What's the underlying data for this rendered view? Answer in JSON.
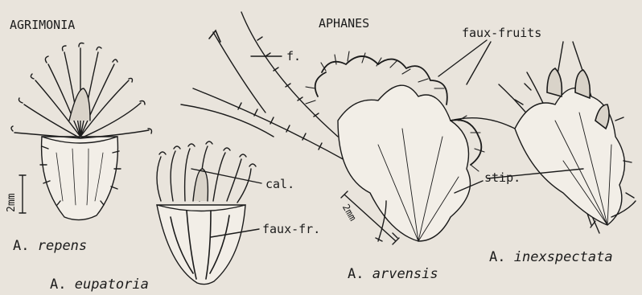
{
  "headings": {
    "agrimonia": "AGRIMONIA",
    "aphanes": "APHANES"
  },
  "labels": {
    "f": "f.",
    "faux_fruits": "faux-fruits",
    "cal": "cal.",
    "faux_fr": "faux-fr.",
    "stip": "stip.",
    "scale_left": "2mm",
    "scale_mid": "2mm"
  },
  "captions": {
    "repens": {
      "genus": "A.",
      "species": "repens"
    },
    "eupatoria": {
      "genus": "A.",
      "species": "eupatoria"
    },
    "arvensis": {
      "genus": "A.",
      "species": "arvensis"
    },
    "inexspectata": {
      "genus": "A.",
      "species": "inexspectata"
    }
  },
  "colors": {
    "paper": "#e9e4dc",
    "ink": "#1b1b1b"
  }
}
